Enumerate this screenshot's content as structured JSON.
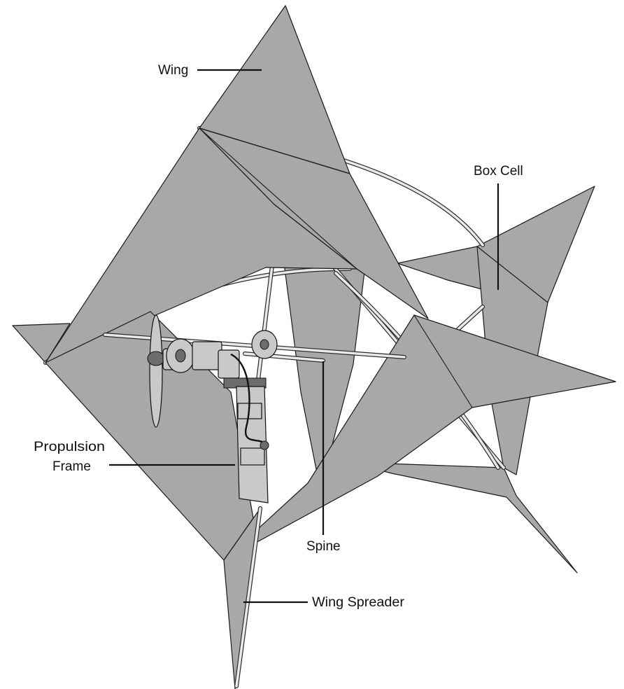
{
  "labels": {
    "wing": "Wing",
    "box_cell": "Box Cell",
    "propulsion_frame_line1": "Propulsion",
    "propulsion_frame_line2": "Frame",
    "spine": "Spine",
    "wing_spreader": "Wing Spreader"
  },
  "colors": {
    "sail": "#a7a8aa",
    "outline": "#1a1a1a",
    "rod": "#e9e9e9",
    "background": "#ffffff"
  }
}
